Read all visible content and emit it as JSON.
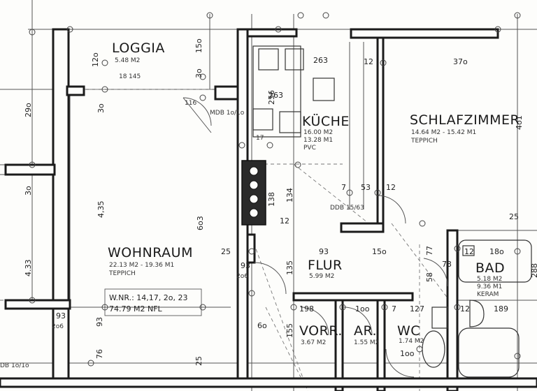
{
  "rooms": {
    "loggia": {
      "name": "LOGGIA",
      "area": "5.48 M2"
    },
    "kueche": {
      "name": "KÜCHE",
      "area1": "16.00 M2",
      "area2": "13.28 M1",
      "floor": "PVC"
    },
    "schlafzimmer": {
      "name": "SCHLAFZIMMER",
      "area": "14.64 M2 - 15.42 M1",
      "floor": "TEPPICH"
    },
    "wohnraum": {
      "name": "WOHNRAUM",
      "area": "22.13 M2 - 19.36 M1",
      "floor": "TEPPICH"
    },
    "flur": {
      "name": "FLUR",
      "area": "5.99 M2"
    },
    "bad": {
      "name": "BAD",
      "area1": "5.18 M2",
      "area2": "9.36 M1",
      "floor": "KERAM"
    },
    "vorr": {
      "name": "VORR.",
      "area": "3.67 M2"
    },
    "ar": {
      "name": "AR.",
      "area": "1.55 M2"
    },
    "wc": {
      "name": "WC",
      "area": "1.74 M2"
    }
  },
  "unit_box": {
    "line1": "W.NR.: 14,17, 2o, 23",
    "line2": "74.79 M2 NFL"
  },
  "labels": {
    "mdb1": "MDB 1o/1o",
    "mdb2": "DDB 15/63",
    "mdb3": "DB 1o/1o"
  },
  "dims": {
    "d290": "29o",
    "d30a": "3o",
    "d433": "4.33",
    "d435": "4,35",
    "d603": "6o3",
    "d263": "263",
    "d256": "256",
    "d370": "37o",
    "d12a": "12",
    "d401": "4o1",
    "d150a": "15o",
    "d150b": "15o",
    "d120": "12o",
    "d30b": "3o",
    "d30c": "3o",
    "d93a": "93",
    "d93b": "93",
    "d93c": "93",
    "d206a": "2o6",
    "d206b": "2o6",
    "d25a": "25",
    "d25b": "25",
    "d25c": "25",
    "d76": "76",
    "d198": "198",
    "d100a": "1oo",
    "d127": "127",
    "d189": "189",
    "d100b": "1oo",
    "d155": "155",
    "d60": "6o",
    "d135": "135",
    "d134": "134",
    "d138": "138",
    "d288": "288",
    "d12b": "12",
    "d180": "18o",
    "d12c": "12",
    "d73": "73",
    "d58": "58",
    "d77": "77",
    "d7a": "7",
    "d7b": "7",
    "d53": "53",
    "d145": "145",
    "d18": "18",
    "d17": "17",
    "d12d": "12",
    "d12e": "12",
    "d116": "116"
  }
}
